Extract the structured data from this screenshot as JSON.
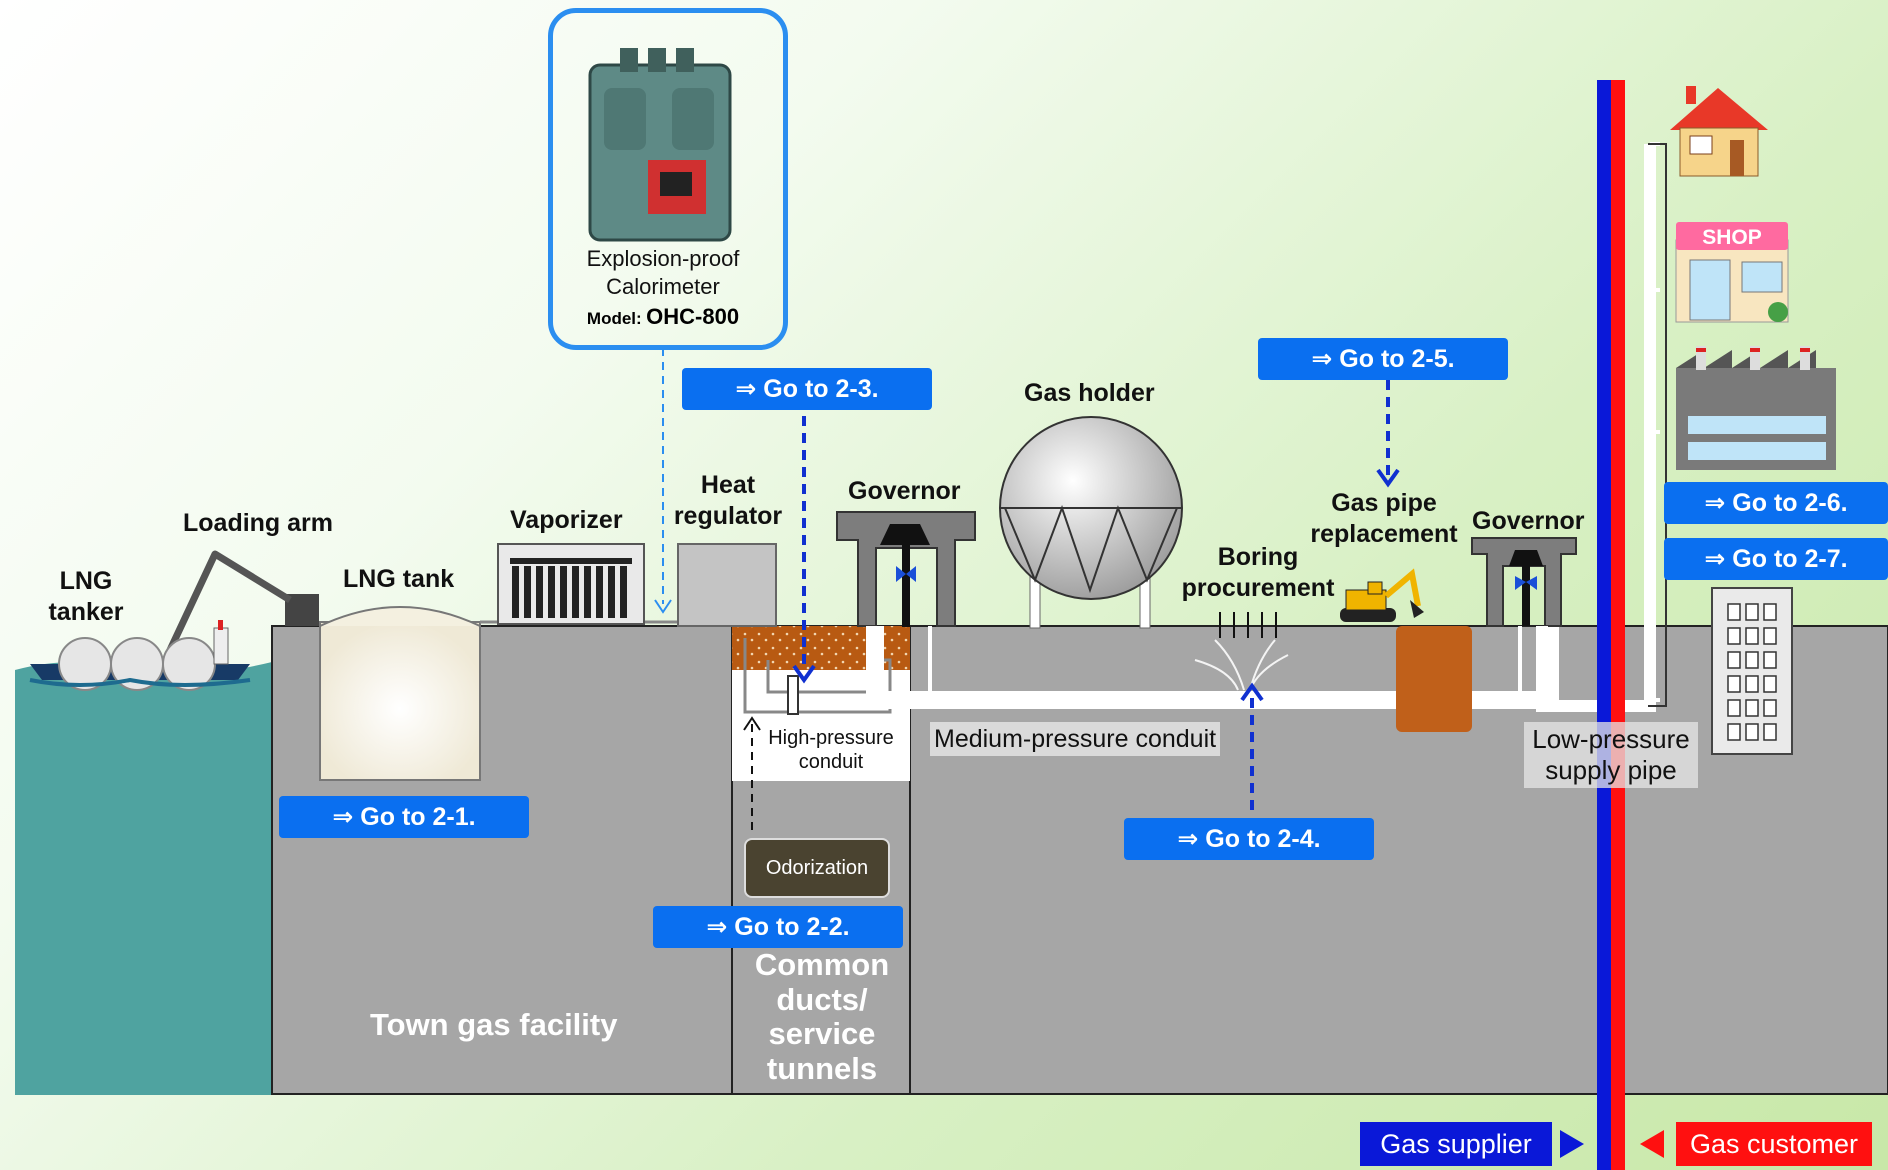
{
  "calorimeter": {
    "title_line1": "Explosion-proof",
    "title_line2": "Calorimeter",
    "model_prefix": "Model:",
    "model_value": "OHC-800"
  },
  "labels": {
    "lng_tanker": "LNG tanker",
    "loading_arm": "Loading arm",
    "lng_tank": "LNG tank",
    "vaporizer": "Vaporizer",
    "heat_regulator": "Heat regulator",
    "governor_1": "Governor",
    "gas_holder": "Gas holder",
    "gas_pipe_replacement": "Gas pipe replacement",
    "boring_procurement": "Boring procurement",
    "governor_2": "Governor",
    "high_pressure_conduit": "High-pressure conduit",
    "odorization": "Odorization",
    "medium_pressure_conduit": "Medium-pressure conduit",
    "low_pressure_supply_pipe": "Low-pressure supply pipe",
    "town_gas_facility": "Town gas facility",
    "common_ducts": "Common ducts/ service tunnels",
    "shop_sign": "SHOP"
  },
  "links": {
    "go_2_1": "⇒ Go to 2-1.",
    "go_2_2": "⇒ Go to 2-2.",
    "go_2_3": "⇒ Go to 2-3.",
    "go_2_4": "⇒ Go to 2-4.",
    "go_2_5": "⇒ Go to 2-5.",
    "go_2_6": "⇒ Go to 2-6.",
    "go_2_7": "⇒ Go to 2-7."
  },
  "legend": {
    "supplier": "Gas supplier",
    "customer": "Gas customer",
    "supplier_color": "#0a18d8",
    "customer_color": "#ff1010"
  },
  "colors": {
    "link_blue": "#0a6ff0",
    "ground": "#a6a6a6",
    "sea": "#4fa3a0",
    "soil": "#b85a12"
  }
}
